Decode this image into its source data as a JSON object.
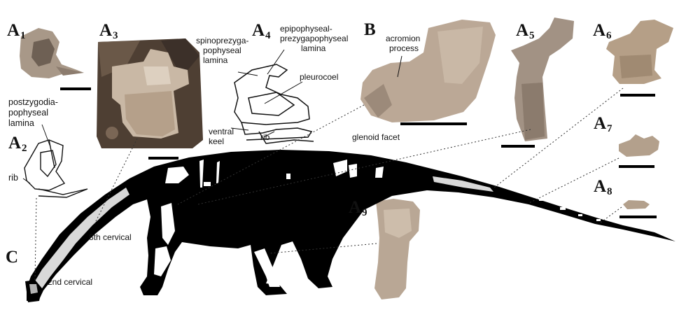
{
  "panels": {
    "A1": {
      "letter": "A",
      "sub": "1"
    },
    "A2": {
      "letter": "A",
      "sub": "2"
    },
    "A3": {
      "letter": "A",
      "sub": "3"
    },
    "A4": {
      "letter": "A",
      "sub": "4"
    },
    "A5": {
      "letter": "A",
      "sub": "5"
    },
    "A6": {
      "letter": "A",
      "sub": "6"
    },
    "A7": {
      "letter": "A",
      "sub": "7"
    },
    "A8": {
      "letter": "A",
      "sub": "8"
    },
    "A9": {
      "letter": "A",
      "sub": "9"
    },
    "B": {
      "letter": "B"
    },
    "C": {
      "letter": "C"
    }
  },
  "annotations": {
    "postzygo": [
      "postzygodia-",
      "pophyseal",
      "lamina"
    ],
    "rib_a2": "rib",
    "spinoprezyga": [
      "spinoprezyga-",
      "pophyseal",
      "lamina"
    ],
    "epipophyseal": [
      "epipophyseal-",
      "prezygapophyseal",
      "lamina"
    ],
    "pleurocoel": "pleurocoel",
    "ventral_keel": [
      "ventral",
      "keel"
    ],
    "rib_a4": "rib",
    "acromion": [
      "acromion",
      "process"
    ],
    "glenoid": "glenoid facet",
    "cervical_8": "8th cervical",
    "cervical_2": "2nd cervical"
  },
  "colors": {
    "silhouette": "#000000",
    "bone_photo": "#b8a99a",
    "bone_dark": "#7d6e62",
    "matrix": "#5a4a3c",
    "line": "#111111"
  }
}
